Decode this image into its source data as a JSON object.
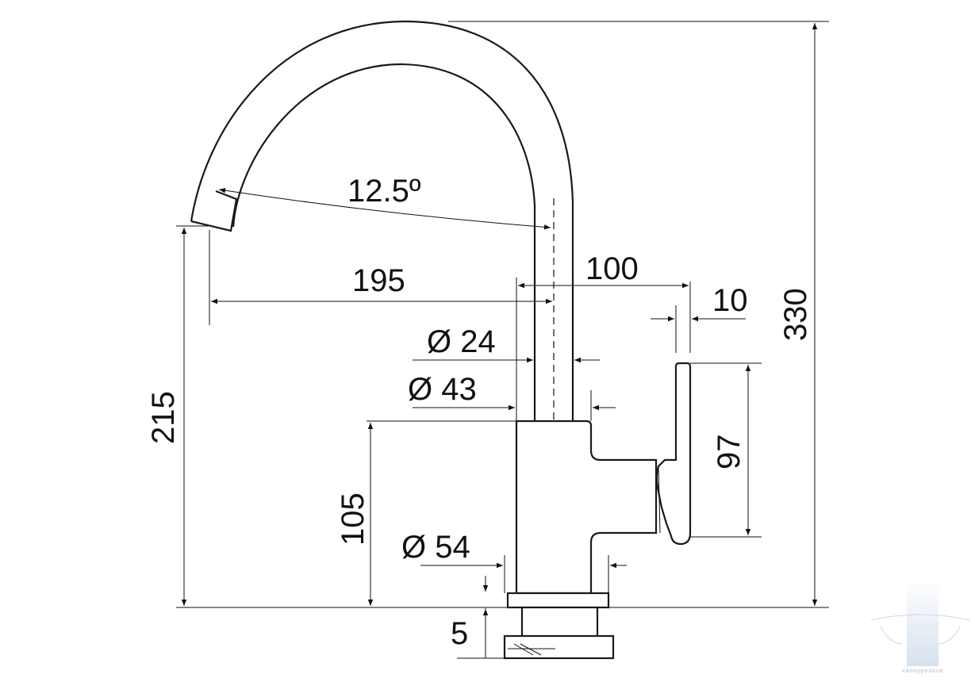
{
  "dimensions": {
    "angle": "12.5º",
    "spout_reach": "195",
    "handle_offset": "100",
    "handle_width": "10",
    "diameter_24": "Ø 24",
    "diameter_43": "Ø 43",
    "diameter_54": "Ø 54",
    "total_height": "330",
    "spout_height": "215",
    "body_height": "105",
    "handle_height": "97",
    "base_thickness": "5"
  },
  "watermark": {
    "text": "vannypesaue"
  },
  "colors": {
    "line": "#111111",
    "watermark": "#c9d8e8"
  }
}
